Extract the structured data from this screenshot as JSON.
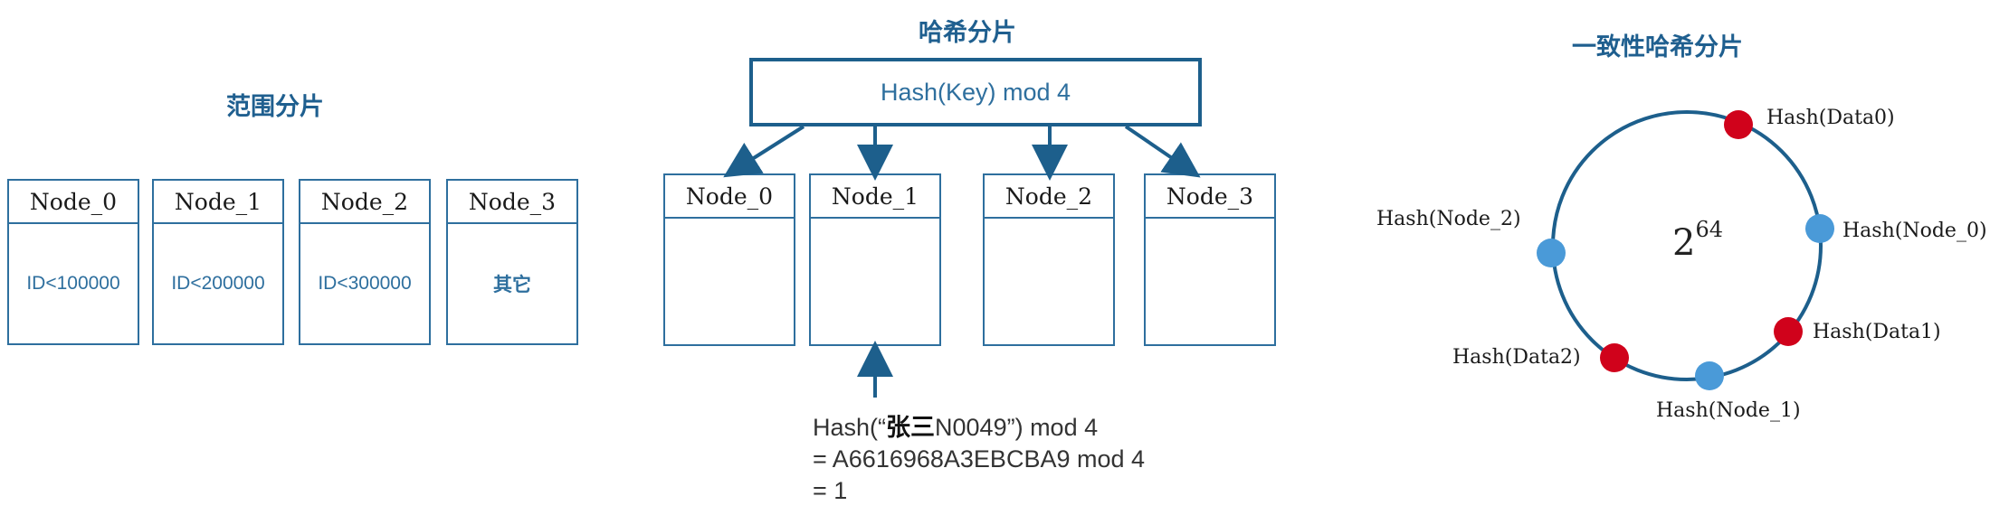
{
  "range": {
    "title": "范围分片",
    "nodes": [
      {
        "name": "Node_0",
        "range": "ID<100000"
      },
      {
        "name": "Node_1",
        "range": "ID<200000"
      },
      {
        "name": "Node_2",
        "range": "ID<300000"
      },
      {
        "name": "Node_3",
        "range": "其它"
      }
    ]
  },
  "hash": {
    "title": "哈希分片",
    "function": "Hash(Key) mod 4",
    "nodes": [
      "Node_0",
      "Node_1",
      "Node_2",
      "Node_3"
    ],
    "example": {
      "prefix": "Hash(“",
      "key": "张三",
      "suffix": "N0049”) mod 4",
      "line2": "= A6616968A3EBCBA9 mod 4",
      "line3": "= 1"
    }
  },
  "consistent": {
    "title": "一致性哈希分片",
    "ring_base": "2",
    "ring_exp": "64",
    "labels": {
      "data0": "Hash(Data0)",
      "node0": "Hash(Node_0)",
      "data1": "Hash(Data1)",
      "node1": "Hash(Node_1)",
      "data2": "Hash(Data2)",
      "node2": "Hash(Node_2)"
    }
  },
  "colors": {
    "accent": "#1d5f8c",
    "node_dot": "#4a9ad8",
    "data_dot": "#d0021b"
  }
}
